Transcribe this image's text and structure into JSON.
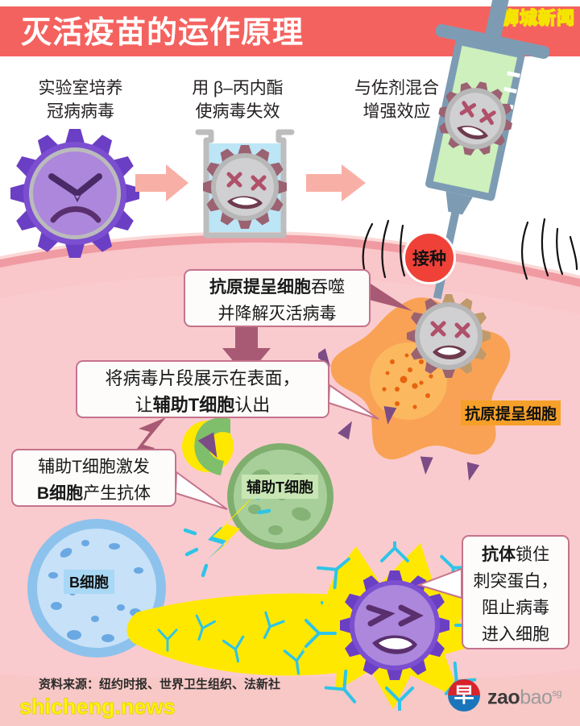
{
  "header": {
    "title": "灭活疫苗的运作原理",
    "bar_color": "#f4625f",
    "watermark_top": "狮城新闻",
    "watermark_bottom": "shicheng.news"
  },
  "steps": [
    {
      "id": "step-1",
      "line1": "实验室培养",
      "line2": "冠病病毒"
    },
    {
      "id": "step-2",
      "line1": "用 β–丙内酯",
      "line2": "使病毒失效"
    },
    {
      "id": "step-3",
      "line1": "与佐剂混合",
      "line2": "增强效应"
    }
  ],
  "callouts": {
    "apc_phagocytosis": {
      "line1_bold": "抗原提呈细胞",
      "line1_rest": "吞噬",
      "line2": "并降解灭活病毒"
    },
    "present_fragments": {
      "line1": "将病毒片段展示在表面，",
      "line2_pre": "让",
      "line2_bold": "辅助T细胞",
      "line2_post": "认出"
    },
    "t_activates_b": {
      "line1": "辅助T细胞激发",
      "line2_bold": "B细胞",
      "line2_rest": "产生抗体"
    },
    "antibody_blocks": {
      "line1_bold": "抗体",
      "line1_rest": "锁住",
      "line2": "刺突蛋白，",
      "line3": "阻止病毒",
      "line4": "进入细胞"
    }
  },
  "labels": {
    "inject": "接种",
    "apc": "抗原提呈细胞",
    "helper_t": "辅助T细胞",
    "b_cell": "B细胞"
  },
  "footer": {
    "source": "资料来源：纽约时报、世界卫生组织、法新社",
    "logo_character": "早",
    "logo_zao": "zao",
    "logo_bao": "bao",
    "logo_sg": "sg"
  },
  "colors": {
    "header_red": "#f4625f",
    "skin_pink": "#f9c6c9",
    "skin_pink_light": "#fbd8d6",
    "virus_purple": "#a57ed6",
    "virus_purple_dark": "#6b3fc4",
    "dead_virus_grey": "#cccccc",
    "syringe_blue": "#7d9cb4",
    "vaccine_green": "#cdf0bd",
    "apc_orange": "#f9a256",
    "t_cell_green": "#8cbd7e",
    "b_cell_blue": "#b9d9f5",
    "antibody_cyan": "#2ec4e8",
    "lightning_yellow": "#ffe800",
    "arrow_pink": "#f8b0a6",
    "callout_border": "#c4738b"
  }
}
